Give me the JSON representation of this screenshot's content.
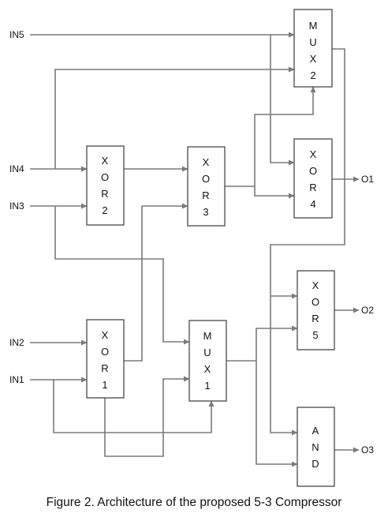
{
  "caption": "Figure 2. Architecture of the proposed 5-3 Compressor",
  "inputs": [
    "IN5",
    "IN4",
    "IN3",
    "IN2",
    "IN1"
  ],
  "outputs": [
    "O1",
    "O2",
    "O3"
  ],
  "blocks": [
    {
      "id": "mux2",
      "lines": [
        "M",
        "U",
        "X",
        "2"
      ]
    },
    {
      "id": "xor2",
      "lines": [
        "X",
        "O",
        "R",
        "2"
      ]
    },
    {
      "id": "xor3",
      "lines": [
        "X",
        "O",
        "R",
        "3"
      ]
    },
    {
      "id": "xor4",
      "lines": [
        "X",
        "O",
        "R",
        "4"
      ]
    },
    {
      "id": "xor1",
      "lines": [
        "X",
        "O",
        "R",
        "1"
      ]
    },
    {
      "id": "mux1",
      "lines": [
        "M",
        "U",
        "X",
        "1"
      ]
    },
    {
      "id": "xor5",
      "lines": [
        "X",
        "O",
        "R",
        "5"
      ]
    },
    {
      "id": "and",
      "lines": [
        "A",
        "N",
        "D"
      ]
    }
  ],
  "colors": {
    "wire": "#7a7a7a",
    "block_border": "#3a3a3a",
    "text": "#111111"
  }
}
